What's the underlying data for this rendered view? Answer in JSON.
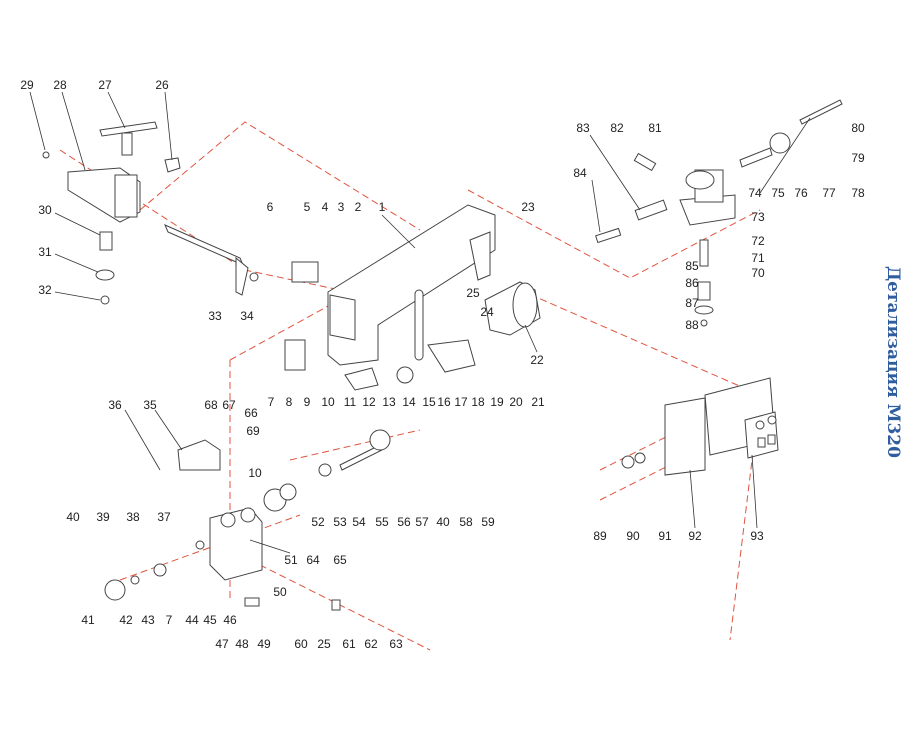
{
  "title": "Детализация M320",
  "diagram": {
    "type": "exploded-parts-diagram",
    "part_labels": [
      "29",
      "28",
      "27",
      "26",
      "30",
      "31",
      "32",
      "33",
      "34",
      "6",
      "5",
      "4",
      "3",
      "2",
      "1",
      "23",
      "25",
      "24",
      "22",
      "7",
      "8",
      "9",
      "10",
      "11",
      "12",
      "13",
      "14",
      "15",
      "16",
      "17",
      "18",
      "19",
      "20",
      "21",
      "36",
      "35",
      "68",
      "67",
      "66",
      "69",
      "10",
      "83",
      "82",
      "81",
      "80",
      "79",
      "78",
      "77",
      "76",
      "75",
      "74",
      "73",
      "72",
      "71",
      "70",
      "85",
      "86",
      "87",
      "88",
      "84",
      "40",
      "39",
      "38",
      "37",
      "52",
      "53",
      "54",
      "55",
      "56",
      "57",
      "40",
      "58",
      "59",
      "51",
      "64",
      "65",
      "41",
      "42",
      "43",
      "7",
      "44",
      "45",
      "46",
      "50",
      "47",
      "48",
      "49",
      "60",
      "25",
      "61",
      "62",
      "63",
      "89",
      "90",
      "91",
      "92",
      "93"
    ]
  },
  "colors": {
    "title": "#2f5d9e",
    "guide_lines": "#e0533e"
  }
}
